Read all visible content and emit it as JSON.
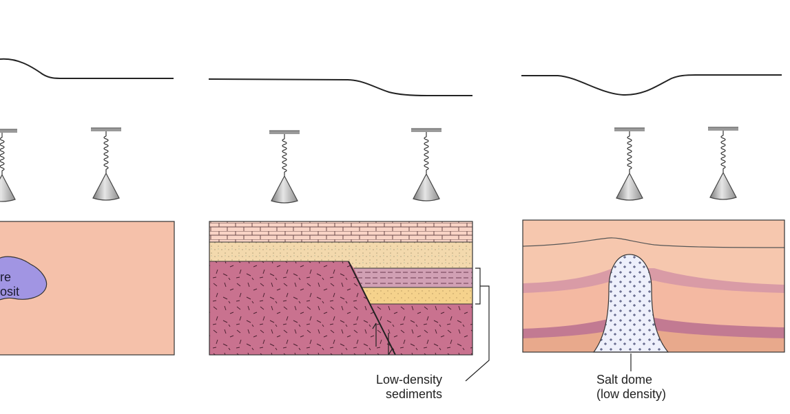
{
  "labels": {
    "ore": [
      "re",
      "osit"
    ],
    "sediments": [
      "Low-density",
      "sediments"
    ],
    "salt": [
      "Salt dome",
      "(low density)"
    ]
  },
  "colors": {
    "crust": "#f5c1aa",
    "magenta_rock": "#cc7a98",
    "brick": "#f9cec0",
    "sand": "#f4d8a6",
    "ore_body": "#a195e3",
    "salt_dome": "#eef0fb",
    "gravimeter_cone": "#c9c9c9",
    "line": "#222222"
  },
  "icons": [
    "gravimeter-icon"
  ]
}
